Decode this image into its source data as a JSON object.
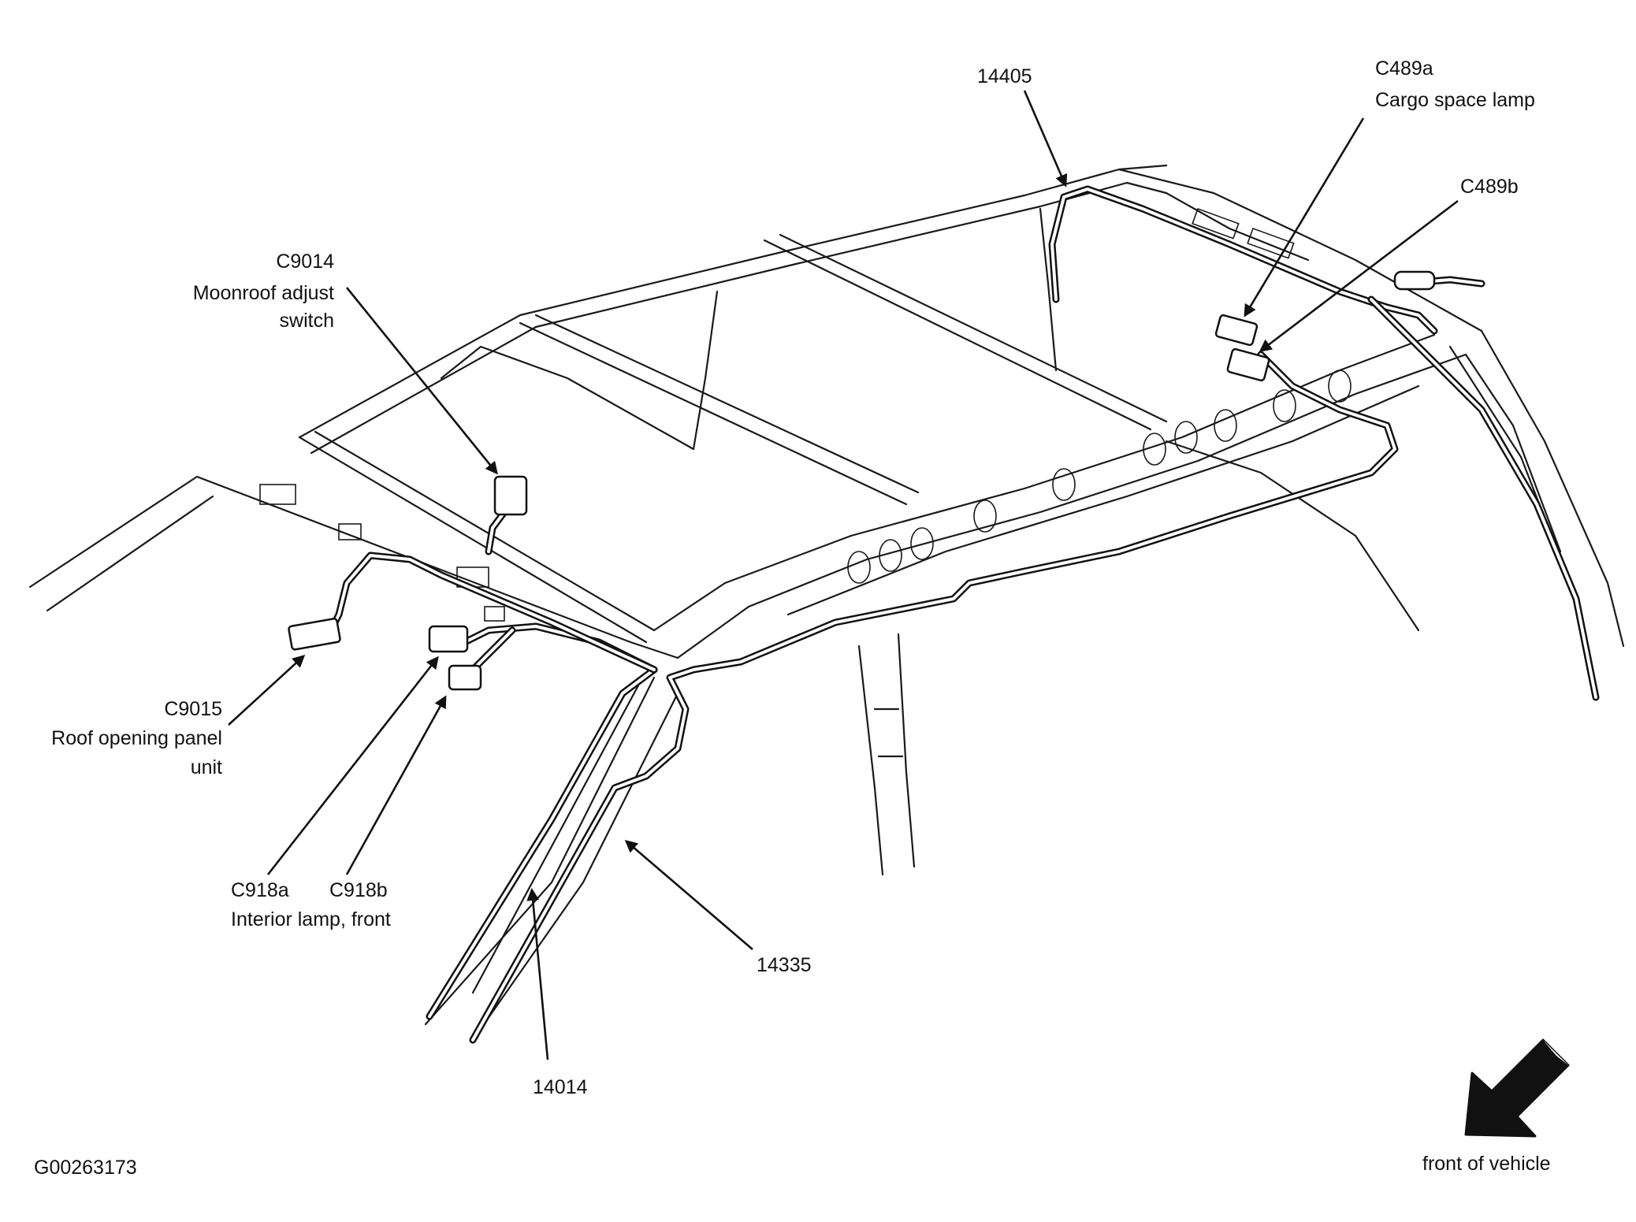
{
  "labels": {
    "c9014": "C9014",
    "c9014_desc_1": "Moonroof adjust",
    "c9014_desc_2": "switch",
    "c9015": "C9015",
    "c9015_desc_1": "Roof opening panel",
    "c9015_desc_2": "unit",
    "c918a": "C918a",
    "c918b": "C918b",
    "c918_desc": "Interior lamp, front",
    "p14405": "14405",
    "c489a": "C489a",
    "c489a_desc": "Cargo space lamp",
    "c489b": "C489b",
    "p14335": "14335",
    "p14014": "14014",
    "figure_id": "G00263173",
    "front_of_vehicle": "front of vehicle"
  },
  "icons": {
    "direction": "front-direction-arrow-icon"
  }
}
